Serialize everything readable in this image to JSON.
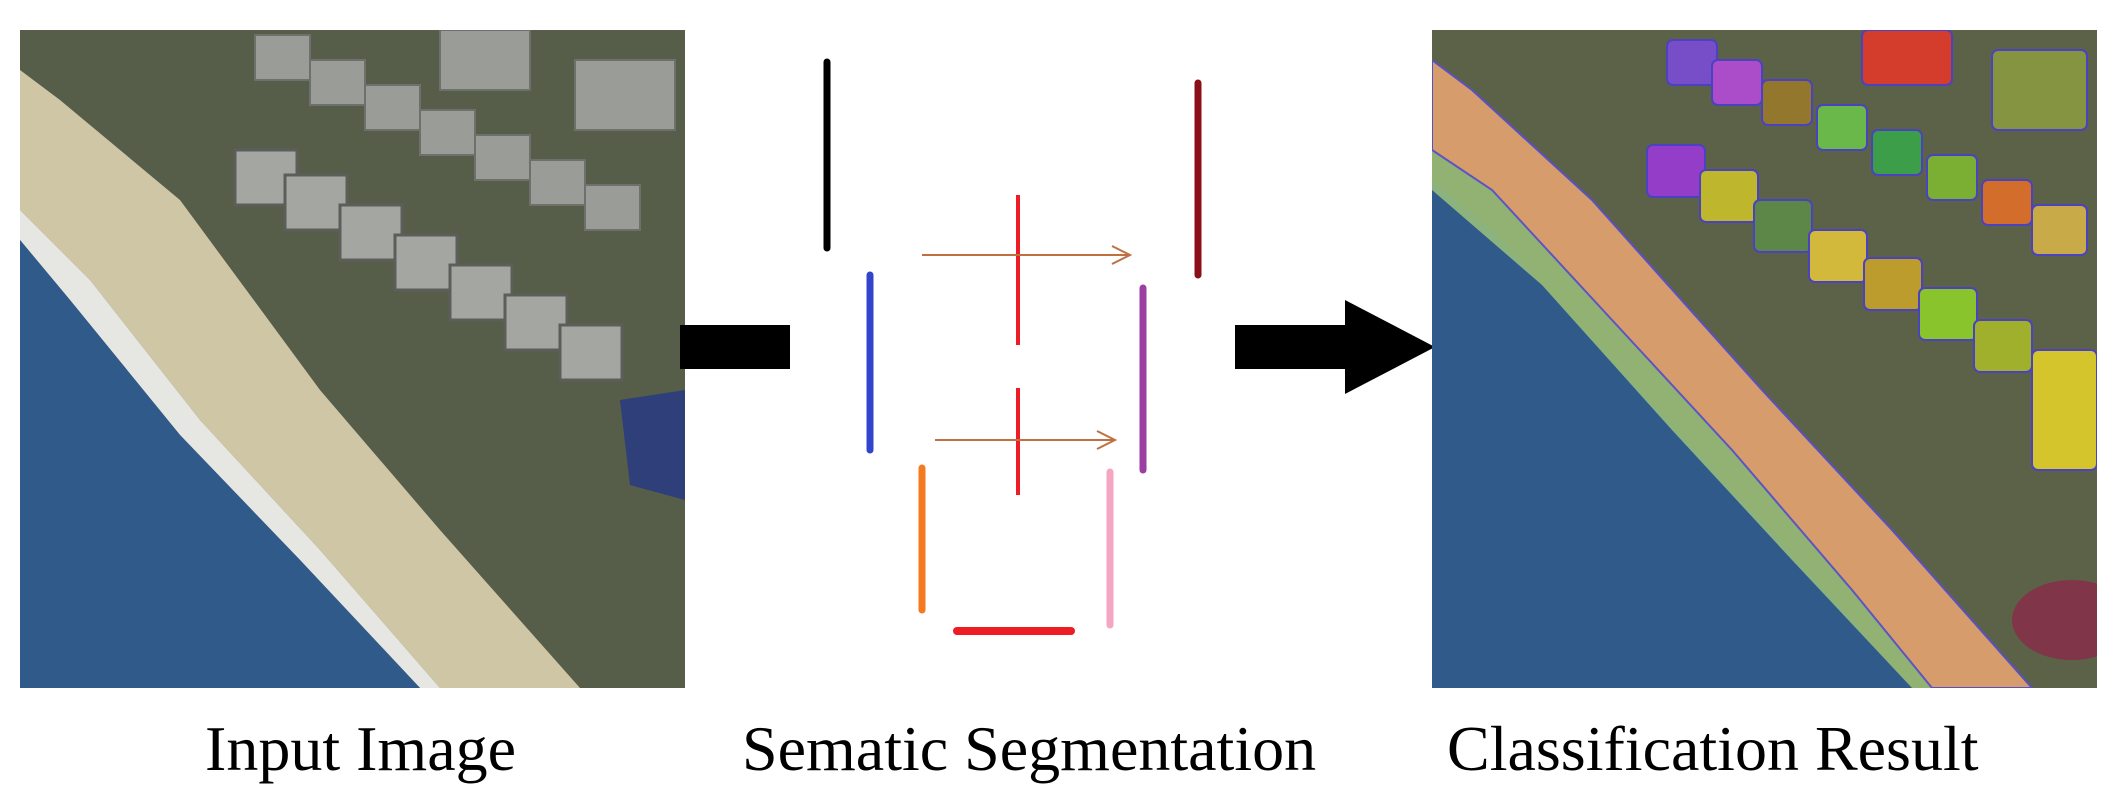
{
  "captions": {
    "input": "Input Image",
    "segmentation": "Sematic Segmentation",
    "result": "Classification Result"
  },
  "colors": {
    "sea": "#2f5a8a",
    "sand": "#cfc6a6",
    "vegetation": "#5b6248",
    "building_roof": "#8d8f8c",
    "overlay_beach": "#e5a46f",
    "overlay_shoreline": "#9cc27a",
    "segment_black": "#000000",
    "segment_blue": "#3344cc",
    "segment_red": "#ee1c24",
    "segment_darkred": "#8b0f1a",
    "segment_purple": "#9b3fa3",
    "segment_orange": "#f47a20",
    "segment_pink": "#f5a6c2",
    "arrow_thin": "#c07040",
    "arrow_bold": "#000000"
  },
  "result_overlay_colors": [
    "#7b4cd6",
    "#b44bd8",
    "#9a7a2a",
    "#6cc24a",
    "#3aa54a",
    "#7fb832",
    "#e06f2a",
    "#d6b24a",
    "#e23a2a",
    "#8a9a40",
    "#9a3ad8",
    "#c9c02a",
    "#5e8a4a",
    "#e0c33a",
    "#c7a32a",
    "#8fcf2a",
    "#a8b82a",
    "#e2d02a"
  ]
}
